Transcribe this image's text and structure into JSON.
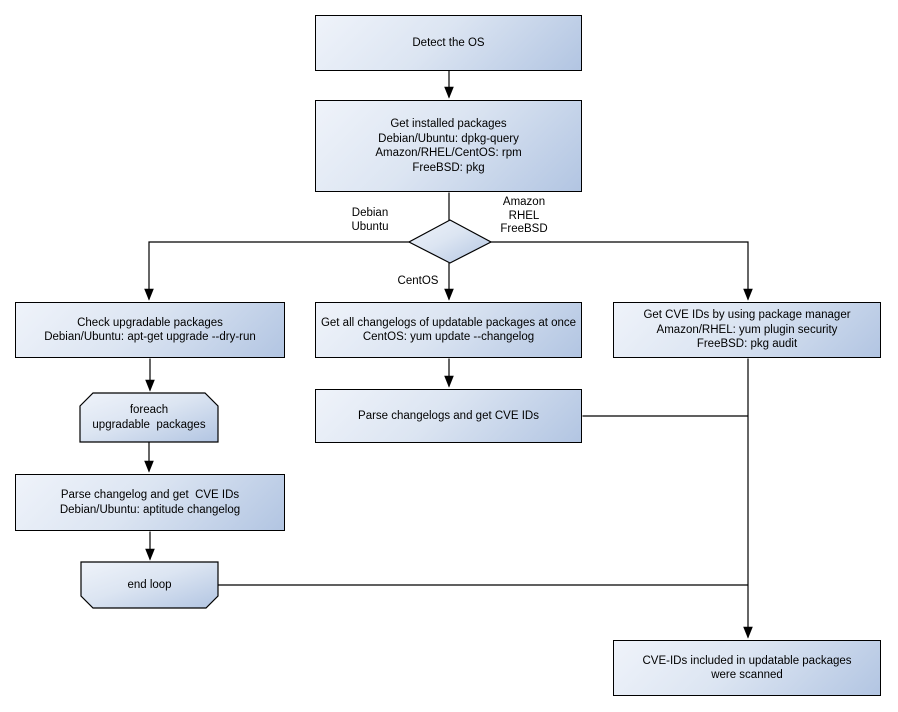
{
  "colors": {
    "background": "#ffffff",
    "node_fill_light": "#eff3fa",
    "node_fill_dark": "#b2c5e2",
    "node_border": "#000000",
    "connector": "#000000",
    "text": "#000000"
  },
  "nodes": {
    "detect_os": {
      "lines": [
        "Detect the OS"
      ]
    },
    "get_installed_packages": {
      "lines": [
        "Get installed packages",
        "Debian/Ubuntu: dpkg-query",
        "Amazon/RHEL/CentOS: rpm",
        "FreeBSD: pkg"
      ]
    },
    "check_upgradable_packages": {
      "lines": [
        "Check upgradable packages",
        "Debian/Ubuntu: apt-get upgrade --dry-run"
      ]
    },
    "foreach_loop_start": {
      "lines": [
        "foreach",
        "upgradable  packages"
      ]
    },
    "parse_changelog_left": {
      "lines": [
        "Parse changelog and get  CVE IDs",
        "Debian/Ubuntu: aptitude changelog"
      ]
    },
    "end_loop": {
      "lines": [
        "end loop"
      ]
    },
    "get_all_changelogs": {
      "lines": [
        "Get all changelogs of updatable packages at once",
        "CentOS: yum update --changelog"
      ]
    },
    "parse_changelogs_center": {
      "lines": [
        "Parse changelogs and get CVE IDs"
      ]
    },
    "get_cve_ids_package_manager": {
      "lines": [
        "Get CVE IDs by using package manager",
        "Amazon/RHEL: yum plugin security",
        "FreeBSD: pkg audit"
      ]
    },
    "cve_ids_scanned": {
      "lines": [
        "CVE-IDs included in updatable packages",
        "were scanned"
      ]
    }
  },
  "edge_labels": {
    "debian_ubuntu": {
      "lines": [
        "Debian",
        "Ubuntu"
      ]
    },
    "amazon_rhel_freebsd": {
      "lines": [
        "Amazon",
        "RHEL",
        "FreeBSD"
      ]
    },
    "centos": {
      "lines": [
        "CentOS"
      ]
    }
  }
}
